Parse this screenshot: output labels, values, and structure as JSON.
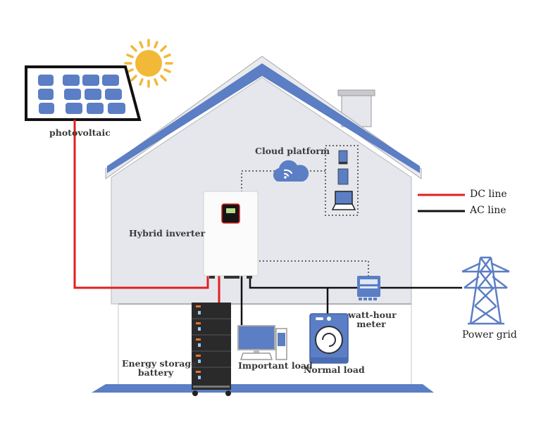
{
  "colors": {
    "roof_blue": "#5b7ec4",
    "wall": "#e6e7ec",
    "dc_line": "#e0201f",
    "ac_line": "#111111",
    "sun": "#f2b838",
    "panel_cell": "#5b7ec4",
    "floor": "#5b7ec4"
  },
  "labels": {
    "photovoltaic": "photovoltaic",
    "cloud_platform": "Cloud platform",
    "hybrid_inverter": "Hybrid inverter",
    "energy_storage_line1": "Energy storage",
    "energy_storage_line2": "battery",
    "important_load": "Important load",
    "normal_load": "Normal load",
    "watt_hour_line1": "watt-hour",
    "watt_hour_line2": "meter",
    "power_grid": "Power grid"
  },
  "legend": [
    {
      "label": "DC line",
      "color": "#e0201f"
    },
    {
      "label": "AC line",
      "color": "#111111"
    }
  ],
  "icons": [
    "sun-icon",
    "solar-panel-icon",
    "cloud-wifi-icon",
    "phone-icon",
    "tablet-icon",
    "laptop-icon",
    "inverter-icon",
    "battery-rack-icon",
    "desktop-computer-icon",
    "washing-machine-icon",
    "electric-meter-icon",
    "transmission-tower-icon",
    "chimney"
  ]
}
